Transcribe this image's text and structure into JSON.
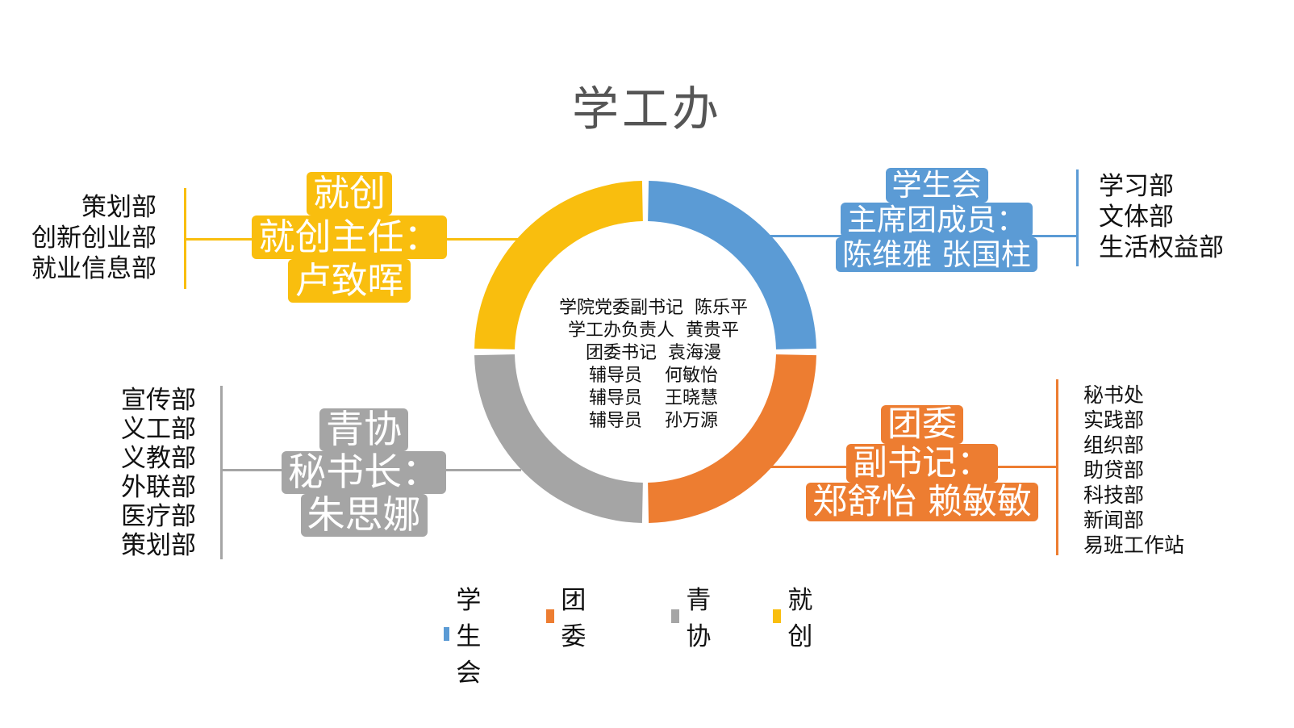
{
  "title": "学工办",
  "colors": {
    "student_union": "#5B9BD5",
    "youth_league": "#ED7D31",
    "youth_assoc": "#A5A5A5",
    "employment": "#F9BE0E"
  },
  "center": {
    "lines": [
      "学院党委副书记  陈乐平",
      "学工办负责人  黄贵平",
      "团委书记  袁海漫",
      "辅导员    何敏怡",
      "辅导员    王晓慧",
      "辅导员    孙万源"
    ]
  },
  "employment": {
    "name": "就创",
    "role": "就创主任：",
    "person": "卢致晖",
    "departments": [
      "策划部",
      "创新创业部",
      "就业信息部"
    ]
  },
  "student_union": {
    "name": "学生会",
    "role": "主席团成员：",
    "person": "陈维雅 张国柱",
    "departments": [
      "学习部",
      "文体部",
      "生活权益部"
    ]
  },
  "youth_assoc": {
    "name": "青协",
    "role": "秘书长：",
    "person": "朱思娜",
    "departments": [
      "宣传部",
      "义工部",
      "义教部",
      "外联部",
      "医疗部",
      "策划部"
    ]
  },
  "youth_league": {
    "name": "团委",
    "role": "副书记：",
    "person": "郑舒怡 赖敏敏",
    "departments": [
      "秘书处",
      "实践部",
      "组织部",
      "助贷部",
      "科技部",
      "新闻部",
      "易班工作站"
    ]
  },
  "legend": [
    "学生会",
    "团委",
    "青协",
    "就创"
  ]
}
